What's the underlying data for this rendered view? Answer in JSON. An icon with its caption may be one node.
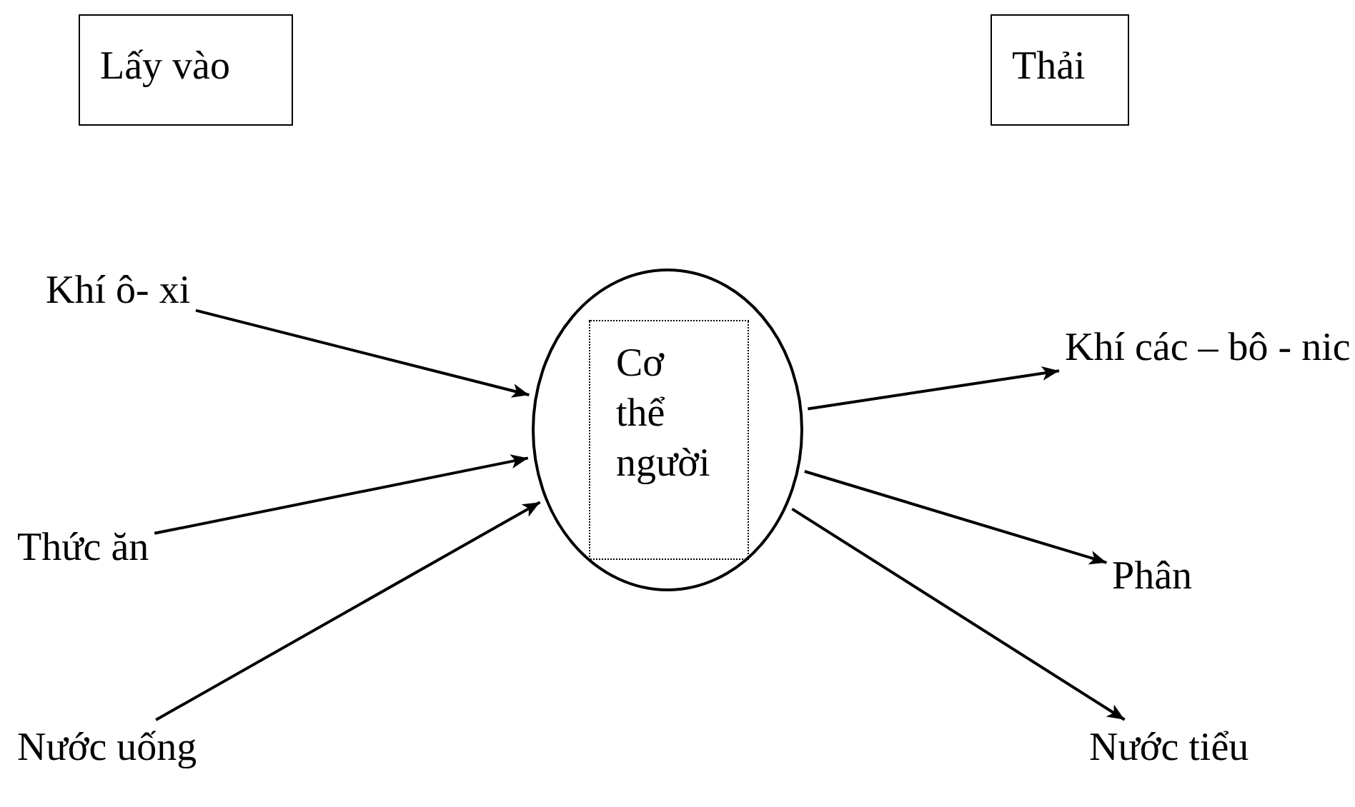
{
  "diagram": {
    "nodes": [
      {
        "text": [
          "Lấy vào"
        ]
      },
      {
        "text": [
          "Thải"
        ]
      },
      {
        "text": [
          "Khí ô- xi"
        ]
      },
      {
        "text": [
          "Thức ăn"
        ]
      },
      {
        "text": [
          "Nước uống"
        ]
      },
      {
        "text": [],
        "shape": "ellipse"
      },
      {
        "text": [
          "Cơ thể người"
        ],
        "in": 5
      },
      {
        "text": [
          "Khí các – bô - nic"
        ]
      },
      {
        "text": [
          "Phân"
        ]
      },
      {
        "text": [
          "Nước tiểu"
        ]
      }
    ],
    "edges": [
      {
        "from": 2,
        "to": 5,
        "arrow": "to"
      },
      {
        "from": 3,
        "to": 5,
        "arrow": "to"
      },
      {
        "from": 4,
        "to": 5,
        "arrow": "to"
      },
      {
        "from": 5,
        "to": 7,
        "arrow": "to"
      },
      {
        "from": 5,
        "to": 8,
        "arrow": "to"
      },
      {
        "from": 5,
        "to": 9,
        "arrow": "to"
      }
    ]
  }
}
